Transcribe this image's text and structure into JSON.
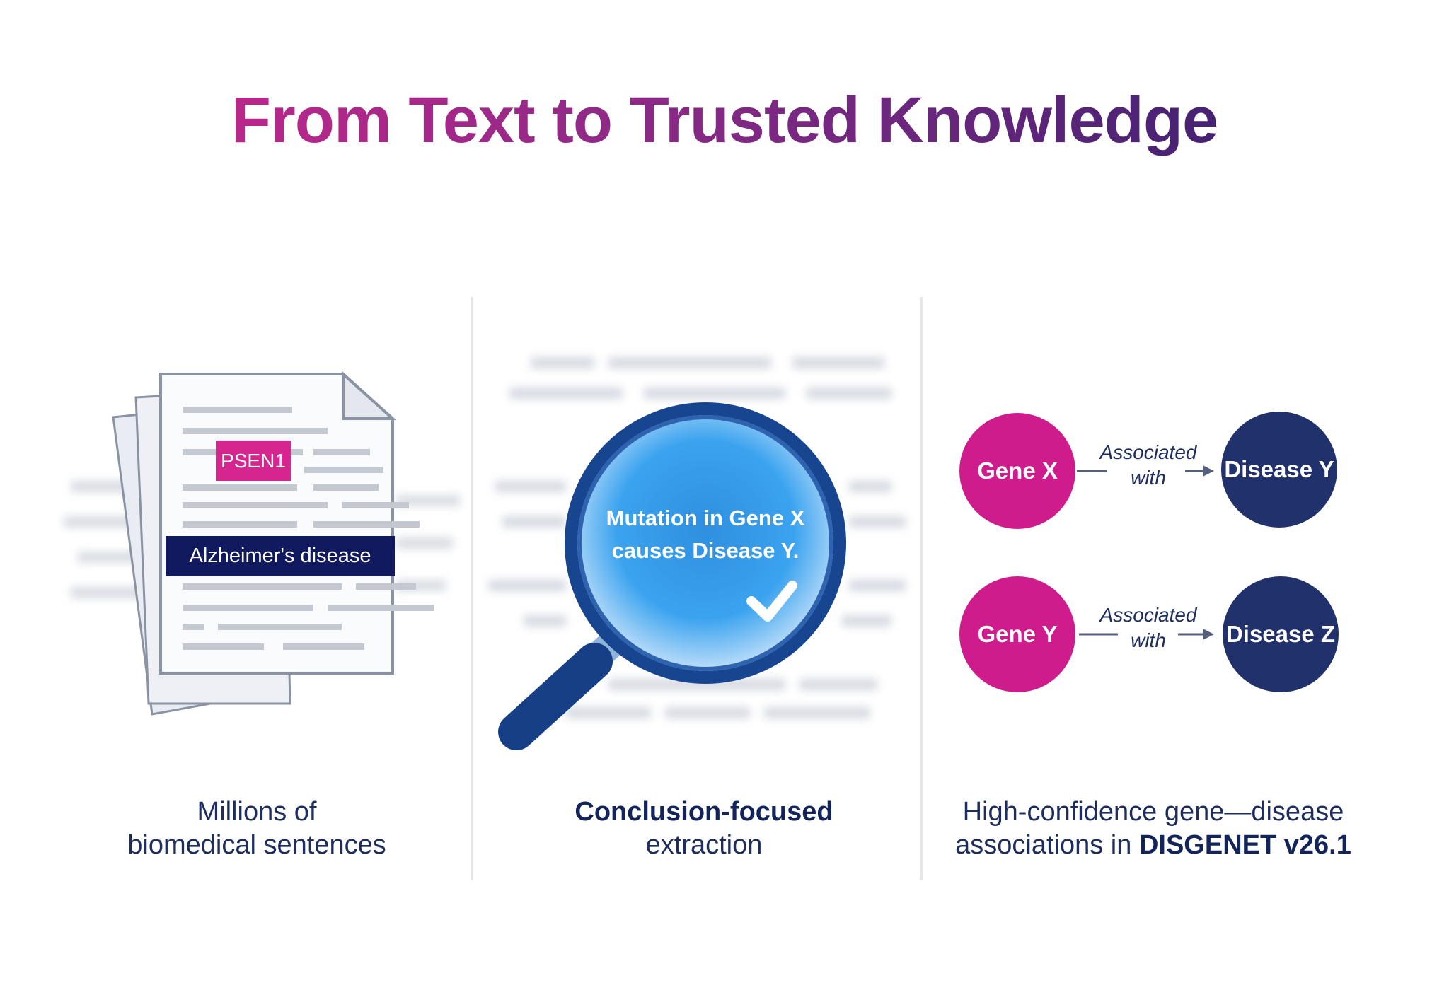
{
  "title": "From Text to Trusted Knowledge",
  "panels": [
    {
      "tags": {
        "gene": "PSEN1",
        "disease": "Alzheimer's disease"
      },
      "caption_line1": "Millions of",
      "caption_line2": "biomedical sentences"
    },
    {
      "lens_text_line1": "Mutation in Gene X",
      "lens_text_line2": "causes Disease Y.",
      "caption_bold": "Conclusion-focused",
      "caption_line2": "extraction"
    },
    {
      "associations": [
        {
          "gene": "Gene X",
          "relation_line1": "Associated",
          "relation_line2": "with",
          "disease": "Disease Y"
        },
        {
          "gene": "Gene Y",
          "relation_line1": "Associated",
          "relation_line2": "with",
          "disease": "Disease Z"
        }
      ],
      "caption_line1": "High-confidence gene—disease",
      "caption_line2_prefix": "associations in ",
      "caption_bold": "DISGENET v26.1"
    }
  ],
  "colors": {
    "gene": "#cf1c8c",
    "disease": "#21316b",
    "tag_disease": "#111a5e"
  }
}
